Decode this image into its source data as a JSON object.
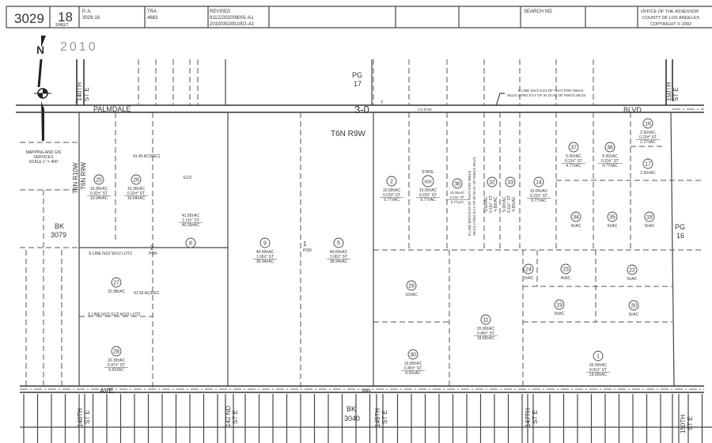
{
  "header": {
    "book": "3029",
    "page": "18",
    "page_label": "SHEET",
    "pa_label": "P. A.",
    "pa_value": "3029-18",
    "tra_label": "TRA",
    "tra_value": "4683",
    "revised_label": "REVISED",
    "revised_value": "91122302008001-A1",
    "revised_handwritten": "20100302001001-A1",
    "search_label": "SEARCH NO",
    "office_lines": [
      "OFFICE OF THE ASSESSOR",
      "COUNTY OF LOS ANGELES",
      "COPYRIGHT © 2002"
    ]
  },
  "stamp_year": "2010",
  "north_arrow": {
    "label": "N",
    "icon": "north-arrow-icon"
  },
  "scale_note": [
    "MAPPING AND GIS",
    "SERVICES",
    "SCALE 1\" = 400'"
  ],
  "streets": {
    "palmdale": "PALMDALE",
    "blvd": "BLVD",
    "ave": "AVE",
    "map": "MAP",
    "cs": "CS 8733",
    "top_140th": [
      "140TH",
      "ST E"
    ],
    "top_150th": [
      "150TH",
      "ST E"
    ],
    "bottom": [
      [
        "140TH",
        "ST E"
      ],
      [
        "142 ND",
        "ST E"
      ],
      [
        "145TH",
        "ST E"
      ],
      [
        "147TH",
        "ST E"
      ],
      [
        "150TH",
        "ST E"
      ]
    ]
  },
  "labels": {
    "pg17": [
      "PG",
      "17"
    ],
    "pg16": [
      "PG",
      "16"
    ],
    "section": "3-0",
    "township_main": "T6N R9W",
    "township_left_a": "T6N R10W",
    "township_left_b": "T6N R9W",
    "bk3079": [
      "BK",
      "3079"
    ],
    "bk3040": [
      "BK",
      "3040"
    ],
    "rec_top": "41.45 AC(REC)",
    "e_half": "E1/2",
    "rec_mid": "41.55 AC/REC",
    "sline1": "S LINE N1/2 W1/2 LOT2",
    "sline2": "S LINE N1/2 S1/2 W1/2 LOT2",
    "por2_num": "2",
    "por2": "POR",
    "por1_num": "1",
    "por1": "POR",
    "state": "STATE",
    "eline_top": [
      "E LINE W1/2 E1/3 OF THAT POR NW1/4",
      "SE1/4 LYING E'LY OF W 10 AC OF NW1/4 SE1/4"
    ],
    "eline_rot": [
      "E LINE W2/3 E1/3 OF THAT POR NW1/4",
      "SE1/4 LYING E'LY OF W 10 AC OF NW1/4 SE1/4"
    ],
    "dim30": "30",
    "dim40": "40"
  },
  "parcels": [
    {
      "num": "25",
      "areas": [
        "10.36±AC",
        "0.32±\" ST",
        "10.04±AC"
      ]
    },
    {
      "num": "26",
      "areas": [
        "10.36±AC",
        "0.32±\" ST",
        "10.04±AC"
      ]
    },
    {
      "num": "8",
      "areas": [
        "41.50±AC",
        "1.11±\" ST",
        "40.39±AC"
      ]
    },
    {
      "num": "27",
      "areas": [
        "10.38±AC"
      ]
    },
    {
      "num": "28",
      "areas": [
        "10.39±AC",
        "0.47±\" ST",
        "9.92±AC"
      ]
    },
    {
      "num": "9",
      "areas": [
        "40.00±AC",
        "1.06±\" ST",
        "38.94±AC"
      ]
    },
    {
      "num": "5",
      "areas": [
        "40.00±AC",
        "1.06±\" ST",
        "38.94±AC"
      ]
    },
    {
      "num": "2",
      "areas": [
        "10.00±AC",
        "0.23±\" ST",
        "9.77±AC"
      ]
    },
    {
      "num": "900",
      "areas": [
        "10.00±AC",
        "0.23±\" ST",
        "9.77±AC"
      ]
    },
    {
      "num": "38",
      "areas": [
        "10.00±AC",
        "0.23±\" ST",
        "9.77±AC"
      ]
    },
    {
      "num": "32",
      "areas": [
        "5.00±AC",
        "0.11±\" ST",
        "4.89±AC"
      ]
    },
    {
      "num": "33",
      "areas": [
        "5.00±AC",
        "0.11±\" ST",
        "4.89±AC"
      ]
    },
    {
      "num": "14",
      "areas": [
        "10.00±AC",
        "0.23±\" ST",
        "9.77±AC"
      ]
    },
    {
      "num": "37",
      "areas": [
        "5.00±AC",
        "0.23±\" ST",
        "4.77±AC"
      ]
    },
    {
      "num": "36",
      "areas": [
        "5.00±AC",
        "0.23±\" ST",
        "4.77±AC"
      ]
    },
    {
      "num": "16",
      "areas": [
        "2.50±AC",
        "0.23±\" ST",
        "2.27±AC"
      ]
    },
    {
      "num": "17",
      "areas": [
        "2.50±AC"
      ]
    },
    {
      "num": "34",
      "areas": [
        "5±AC"
      ]
    },
    {
      "num": "35",
      "areas": [
        "5±AC"
      ]
    },
    {
      "num": "18",
      "areas": [
        "5±AC"
      ]
    },
    {
      "num": "24",
      "areas": [
        "1±AC"
      ]
    },
    {
      "num": "23",
      "areas": [
        "4±AC"
      ]
    },
    {
      "num": "22",
      "areas": [
        "5±AC"
      ]
    },
    {
      "num": "29",
      "areas": [
        "10±AC"
      ]
    },
    {
      "num": "19",
      "areas": [
        "5±AC"
      ]
    },
    {
      "num": "20",
      "areas": [
        "5±AC"
      ]
    },
    {
      "num": "11",
      "areas": [
        "20.00±AC",
        "0.45±\" ST",
        "19.55±AC"
      ]
    },
    {
      "num": "30",
      "areas": [
        "10.00±AC",
        "0.45±\" ST",
        "9.55±AC"
      ]
    },
    {
      "num": "1",
      "areas": [
        "20.00±AC",
        "0.91±\" ST",
        "19.09±AC"
      ]
    }
  ]
}
